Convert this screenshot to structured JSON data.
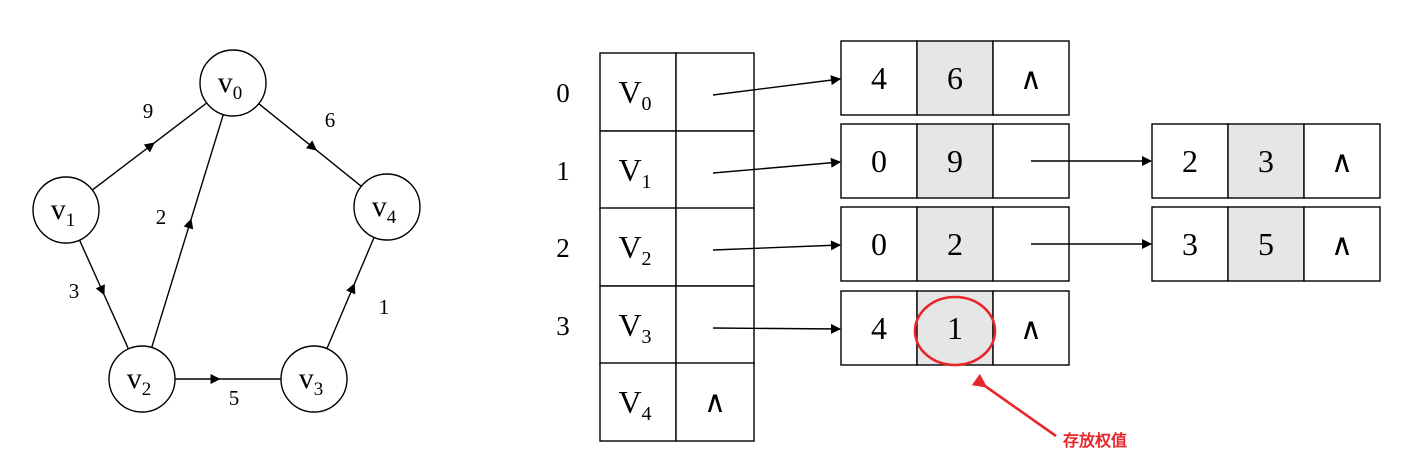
{
  "graph": {
    "nodes": [
      {
        "id": "v0",
        "base": "v",
        "sub": "0"
      },
      {
        "id": "v1",
        "base": "v",
        "sub": "1"
      },
      {
        "id": "v2",
        "base": "v",
        "sub": "2"
      },
      {
        "id": "v3",
        "base": "v",
        "sub": "3"
      },
      {
        "id": "v4",
        "base": "v",
        "sub": "4"
      }
    ],
    "edges": [
      {
        "from": "v1",
        "to": "v0",
        "weight": "9"
      },
      {
        "from": "v0",
        "to": "v4",
        "weight": "6"
      },
      {
        "from": "v2",
        "to": "v0",
        "weight": "2"
      },
      {
        "from": "v1",
        "to": "v2",
        "weight": "3"
      },
      {
        "from": "v2",
        "to": "v3",
        "weight": "5"
      },
      {
        "from": "v3",
        "to": "v4",
        "weight": "1"
      }
    ]
  },
  "adjacency": {
    "null_symbol": "∧",
    "vertices": [
      {
        "index": "0",
        "base": "V",
        "sub": "0",
        "first_edge": "ptr"
      },
      {
        "index": "1",
        "base": "V",
        "sub": "1",
        "first_edge": "ptr"
      },
      {
        "index": "2",
        "base": "V",
        "sub": "2",
        "first_edge": "ptr"
      },
      {
        "index": "3",
        "base": "V",
        "sub": "3",
        "first_edge": "ptr"
      },
      {
        "index": "",
        "base": "V",
        "sub": "4",
        "first_edge": "null"
      }
    ],
    "edge_lists": [
      [
        {
          "adjvex": "4",
          "weight": "6"
        }
      ],
      [
        {
          "adjvex": "0",
          "weight": "9"
        },
        {
          "adjvex": "2",
          "weight": "3"
        }
      ],
      [
        {
          "adjvex": "0",
          "weight": "2"
        },
        {
          "adjvex": "3",
          "weight": "5"
        }
      ],
      [
        {
          "adjvex": "4",
          "weight": "1"
        }
      ]
    ]
  },
  "annotation": {
    "text": "存放权值",
    "color": "#e8262a",
    "highlight_row": 0,
    "target_list": 3
  },
  "colors": {
    "weight_cell_fill": "#e6e6e6",
    "annotation_red": "#e8262a"
  }
}
